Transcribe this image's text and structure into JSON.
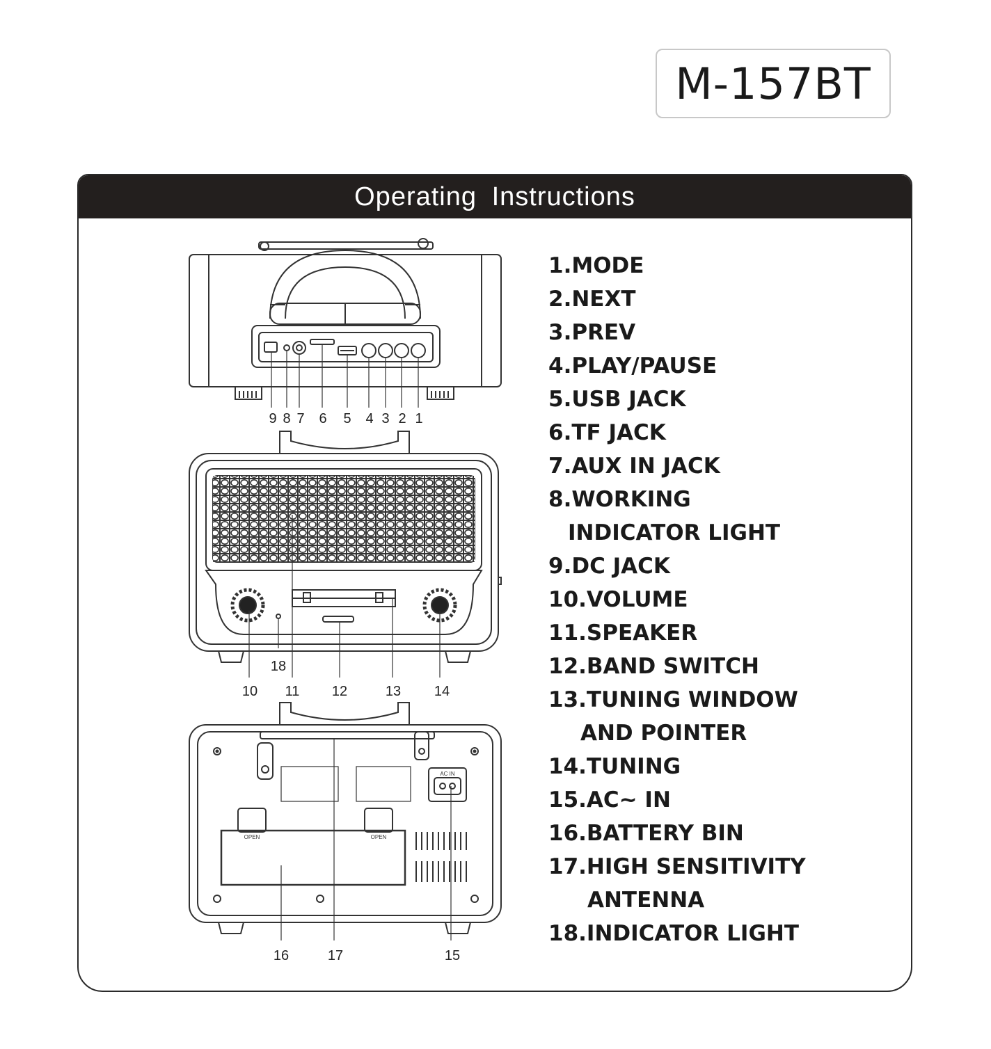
{
  "model": "M-157BT",
  "panel": {
    "title": "Operating Instructions"
  },
  "diagram_labels": {
    "top": [
      "9",
      "8",
      "7",
      "6",
      "5",
      "4",
      "3",
      "2",
      "1"
    ],
    "front": [
      "18",
      "10",
      "11",
      "12",
      "13",
      "14"
    ],
    "back": [
      "16",
      "17",
      "15"
    ],
    "back_marks": [
      "AC IN",
      "OPEN",
      "OPEN"
    ]
  },
  "parts": [
    {
      "line": "1.MODE"
    },
    {
      "line": "2.NEXT"
    },
    {
      "line": "3.PREV"
    },
    {
      "line": "4.PLAY/PAUSE"
    },
    {
      "line": "5.USB JACK"
    },
    {
      "line": "6.TF JACK"
    },
    {
      "line": "7.AUX IN JACK"
    },
    {
      "line": "8.WORKING",
      "cont": "INDICATOR LIGHT"
    },
    {
      "line": "9.DC JACK"
    },
    {
      "line": "10.VOLUME"
    },
    {
      "line": "11.SPEAKER"
    },
    {
      "line": "12.BAND SWITCH"
    },
    {
      "line": "13.TUNING WINDOW",
      "cont": "AND POINTER"
    },
    {
      "line": "14.TUNING"
    },
    {
      "line": "15.AC~ IN"
    },
    {
      "line": "16.BATTERY BIN"
    },
    {
      "line": "17.HIGH SENSITIVITY",
      "cont": "ANTENNA"
    },
    {
      "line": "18.INDICATOR LIGHT"
    }
  ]
}
